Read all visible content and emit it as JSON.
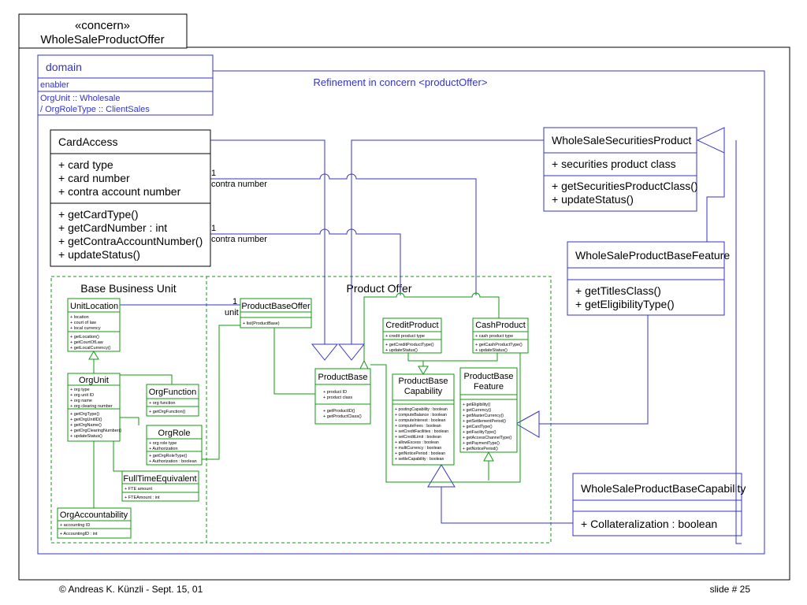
{
  "title_tab": {
    "stereotype": "«concern»",
    "name": "WholeSaleProductOffer"
  },
  "domain_box": {
    "title": "domain",
    "enabler": "enabler",
    "line1": "OrgUnit :: Wholesale",
    "line2": "/ OrgRoleType :: ClientSales"
  },
  "refinement_note": "Refinement in concern  <productOffer>",
  "card_access": {
    "name": "CardAccess",
    "attributes": [
      "+ card type",
      "+ card number",
      "+ contra account number"
    ],
    "operations": [
      "+ getCardType()",
      "+ getCardNumber : int",
      "+ getContraAccountNumber()",
      "+ updateStatus()"
    ]
  },
  "assoc_labels": {
    "one": "1",
    "contra": "contra number",
    "unit": "unit"
  },
  "wssp": {
    "name": "WholeSaleSecuritiesProduct",
    "attributes": [
      "+ securities product class"
    ],
    "operations": [
      "+ getSecuritiesProductClass()",
      "+ updateStatus()"
    ]
  },
  "wspbf": {
    "name": "WholeSaleProductBaseFeature",
    "operations": [
      "+ getTitlesClass()",
      "+ getEligibilityType()"
    ]
  },
  "wspbc": {
    "name": "WholeSaleProductBaseCapability",
    "operations": [
      "+ Collateralization : boolean"
    ]
  },
  "bbu_title": "Base Business Unit",
  "po_title": "Product Offer",
  "unit_location": {
    "name": "UnitLocation",
    "attributes": [
      "+ location",
      "+ court of law",
      "+ local currency"
    ],
    "operations": [
      "+ getLocation()",
      "+ getCourtOfLaw",
      "+ getLocalCurrency()"
    ]
  },
  "org_unit": {
    "name": "OrgUnit",
    "attributes": [
      "+ org type",
      "+ org unit ID",
      "+ org name",
      "+ org clearing number"
    ],
    "operations": [
      "+ getOrgType()",
      "+ getOrgUnitID()",
      "+ getOrgName()",
      "+ getOrgClearingNumber()",
      "+ updateStatus()"
    ]
  },
  "org_function": {
    "name": "OrgFunction",
    "attributes": [
      "+ org function"
    ],
    "operations": [
      "+ getOrgFunction()"
    ]
  },
  "org_role": {
    "name": "OrgRole",
    "attributes": [
      "+ org role type",
      "+ Authorization"
    ],
    "operations": [
      "+ getOrgRoleType()",
      "+ Authorization : boolean"
    ]
  },
  "fte": {
    "name": "FullTimeEquivalent",
    "attributes": [
      "+ FTE amount"
    ],
    "operations": [
      "+ FTEAmount : int"
    ]
  },
  "org_acc": {
    "name": "OrgAccountability",
    "attributes": [
      "+ accounting ID"
    ],
    "operations": [
      "+ AccountingID : int"
    ]
  },
  "pbo": {
    "name": "ProductBaseOffer",
    "operations": [
      "+ list(ProductBase)"
    ]
  },
  "product_base": {
    "name": "ProductBase",
    "attributes": [
      "+ product ID",
      "+ product class"
    ],
    "operations": [
      "+ getProductID()",
      "+ getProductClass()"
    ]
  },
  "credit_product": {
    "name": "CreditProduct",
    "attributes": [
      "+ credit product type"
    ],
    "operations": [
      "+ getCreditProductType()",
      "+ updateStatus()"
    ]
  },
  "cash_product": {
    "name": "CashProduct",
    "attributes": [
      "+ cash product type"
    ],
    "operations": [
      "+ getCashProductType()",
      "+ updateStatus()"
    ]
  },
  "pb_capability": {
    "name1": "ProductBase",
    "name2": "Capability",
    "operations": [
      "+ postingCapability : boolean",
      "+ computeBalance : boolean",
      "+ computeInterest : boolean",
      "+ computeFees : boolean",
      "+ setCreditFacilities : boolean",
      "+ setCreditLimit : boolean",
      "+ allowExcess : boolean",
      "+ multiCurrency : boolean",
      "+ getNoticePeriod : boolean",
      "+ settleCapability : boolean"
    ]
  },
  "pb_feature": {
    "name1": "ProductBase",
    "name2": "Feature",
    "operations": [
      "+ getEligibility()",
      "+ getCurrency()",
      "+ getMasterCurrency()",
      "+ getSettlementPeriod()",
      "+ getCardType()",
      "+ getFacilityType()",
      "+ getAccessChannelType()",
      "+ getPaymentType()",
      "+ getNoticePeriod()"
    ]
  },
  "footer": {
    "left": "© Andreas K. Künzli - Sept. 15, 01",
    "right": "slide # 25"
  },
  "colors": {
    "blue": "#3333cc",
    "green": "#109a10",
    "black": "#000000"
  }
}
